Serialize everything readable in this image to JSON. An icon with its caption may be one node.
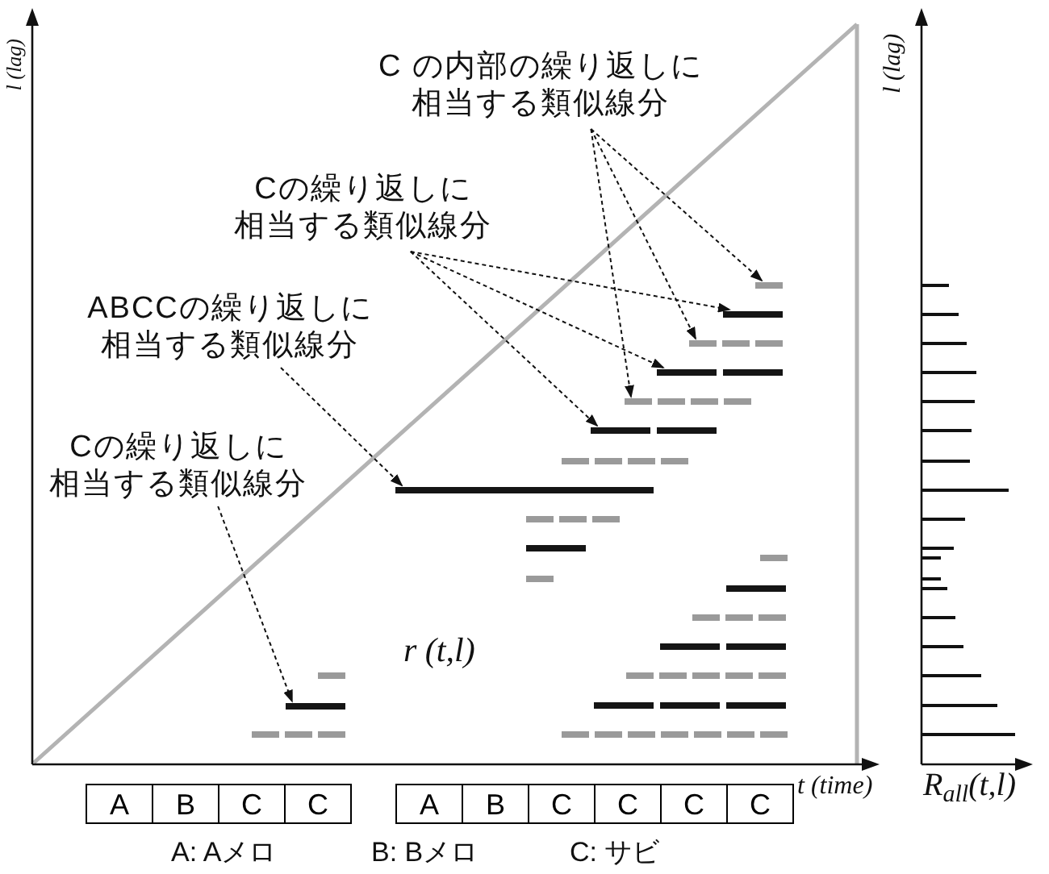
{
  "diagram": {
    "nodes": [
      {
        "text": [
          "C の内部の繰り返しに",
          "相当する類似線分"
        ]
      },
      {
        "text": [
          "Cの繰り返しに",
          "相当する類似線分"
        ]
      },
      {
        "text": [
          "ABCCの繰り返しに",
          "相当する類似線分"
        ]
      },
      {
        "text": [
          "Cの繰り返しに",
          "相当する類似線分"
        ]
      },
      {
        "text": [],
        "shape": "bar"
      },
      {
        "text": [],
        "shape": "bar"
      },
      {
        "text": [],
        "shape": "bar"
      },
      {
        "text": [],
        "shape": "bar"
      },
      {
        "text": [],
        "shape": "bar"
      },
      {
        "text": [],
        "shape": "bar"
      },
      {
        "text": [],
        "shape": "bar"
      },
      {
        "text": [],
        "shape": "bar"
      },
      {
        "text": [
          "A"
        ]
      },
      {
        "text": [
          "B"
        ]
      },
      {
        "text": [
          "C"
        ]
      },
      {
        "text": [
          "C"
        ]
      },
      {
        "text": [
          "A"
        ]
      },
      {
        "text": [
          "B"
        ]
      },
      {
        "text": [
          "C"
        ]
      },
      {
        "text": [
          "C"
        ]
      },
      {
        "text": [
          "C"
        ]
      },
      {
        "text": [
          "C"
        ]
      }
    ],
    "edges": [
      {
        "from": 0,
        "to": 4,
        "arrow": "to",
        "style": "dashed"
      },
      {
        "from": 0,
        "to": 6,
        "arrow": "to",
        "style": "dashed"
      },
      {
        "from": 0,
        "to": 8,
        "arrow": "to",
        "style": "dashed"
      },
      {
        "from": 1,
        "to": 5,
        "arrow": "to",
        "style": "dashed"
      },
      {
        "from": 1,
        "to": 7,
        "arrow": "to",
        "style": "dashed"
      },
      {
        "from": 1,
        "to": 9,
        "arrow": "to",
        "style": "dashed"
      },
      {
        "from": 2,
        "to": 10,
        "arrow": "to",
        "style": "dashed"
      },
      {
        "from": 3,
        "to": 11,
        "arrow": "to",
        "style": "dashed"
      }
    ],
    "labels": [
      "l (lag)",
      "l (lag)",
      "r (t,l)",
      "t (time)",
      "R$_{all}$(t,l)",
      "A: Aメロ",
      "B: Bメロ",
      "C: サビ"
    ]
  }
}
